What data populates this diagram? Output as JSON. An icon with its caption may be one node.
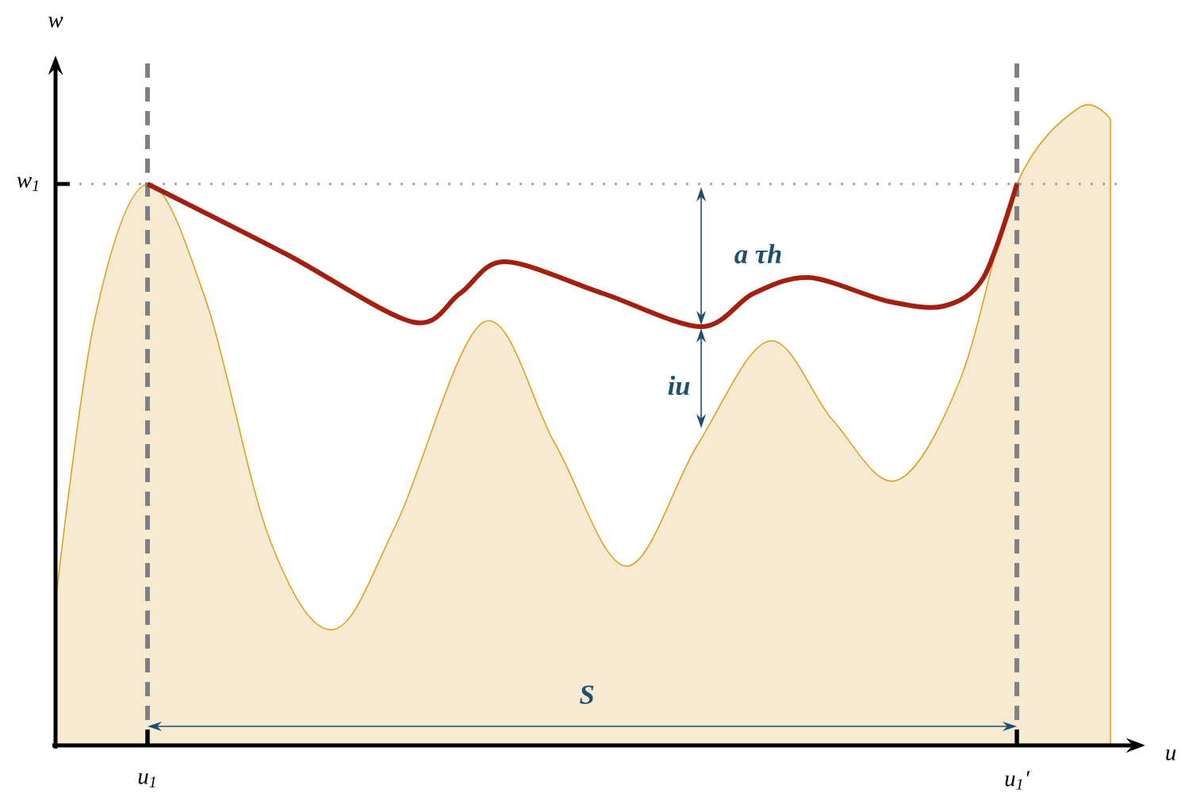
{
  "diagram": {
    "labels": [
      "w",
      "w$_{1}$",
      "a τh",
      "iu",
      "S",
      "u$_{1}$",
      "u$_{1}$′",
      "u"
    ]
  }
}
